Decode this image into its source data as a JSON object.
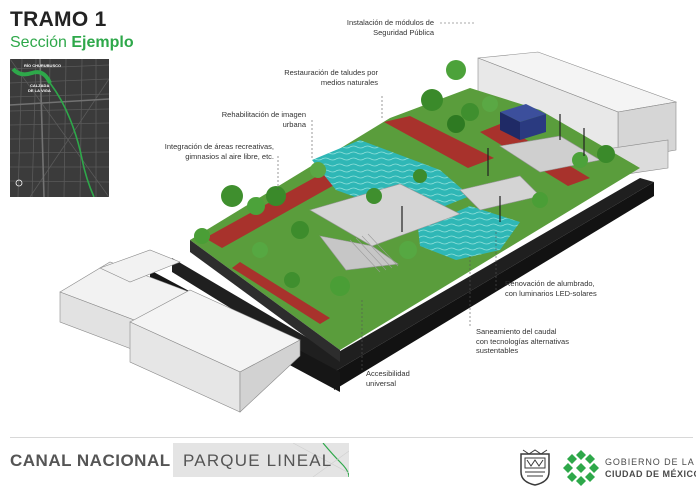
{
  "header": {
    "tramo": "TRAMO 1",
    "seccion": "Sección",
    "ejemplo": "Ejemplo"
  },
  "minimap": {
    "label_top": "RÍO CHURUBUSCO",
    "label_mid_1": "CALZADA",
    "label_mid_2": "DE LA VIGA"
  },
  "callouts": {
    "seguridad_1": "Instalación de módulos de",
    "seguridad_2": "Seguridad Pública",
    "taludes_1": "Restauración de taludes por",
    "taludes_2": "medios naturales",
    "imagen_1": "Rehabilitación de imagen",
    "imagen_2": "urbana",
    "recreativas_1": "Integración de áreas recreativas,",
    "recreativas_2": "gimnasios al aire libre, etc.",
    "alumbrado_1": "Renovación de alumbrado,",
    "alumbrado_2": "con luminarios LED-solares",
    "caudal_1": "Saneamiento del caudal",
    "caudal_2": "con tecnologías alternativas",
    "caudal_3": "sustentables",
    "accesibilidad_1": "Accesibilidad",
    "accesibilidad_2": "universal"
  },
  "footer": {
    "canal": "CANAL NACIONAL",
    "parque": "PARQUE LINEAL",
    "gov_line1": "GOBIERNO DE LA",
    "gov_line2": "CIUDAD DE MÉXICO"
  },
  "colors": {
    "brand_green": "#2ea84a",
    "water": "#2fb7b6",
    "path_red": "#a8322c",
    "vegetation": "#4c9a38",
    "pavement": "#1f1f1f",
    "building": "#ececec",
    "security_module": "#1f2a66"
  }
}
